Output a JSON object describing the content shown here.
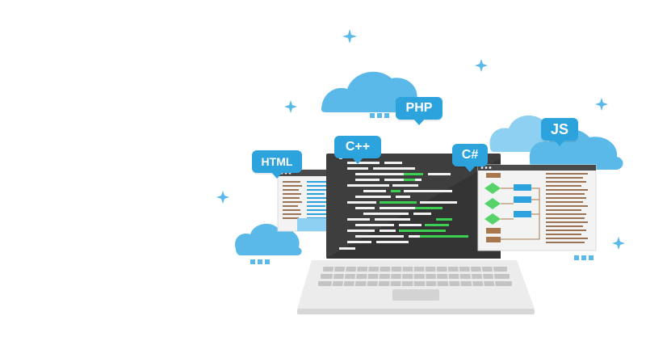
{
  "colors": {
    "accent": "#2da3dd",
    "cloud": "#5ab9e8",
    "cloud_light": "#8ed0f1",
    "screen": "#3e3e3e",
    "code_white": "#f2f2f2",
    "code_green": "#3ccf52",
    "laptop_body": "#e9e9e9",
    "keyboard": "#bcbcbc",
    "flow_green": "#57d36a",
    "flow_blue": "#2da3dd",
    "flow_brown": "#a8774e"
  },
  "badges": {
    "php": "PHP",
    "html": "HTML",
    "cpp": "C++",
    "csharp": "C#",
    "js": "JS"
  },
  "icons": [
    "cloud-icon",
    "sparkle-icon",
    "laptop-icon",
    "code-window-icon",
    "flowchart-icon",
    "browser-window-icon"
  ]
}
